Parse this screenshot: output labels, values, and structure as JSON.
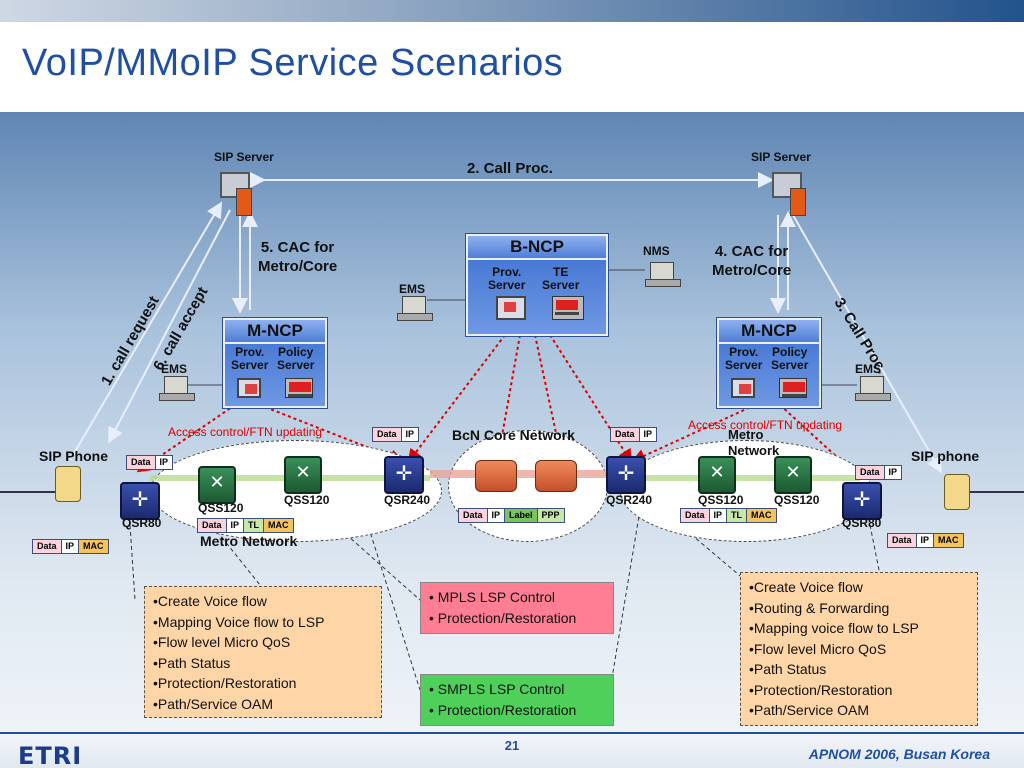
{
  "title": "VoIP/MMoIP Service Scenarios",
  "labels": {
    "sip_server_left": "SIP Server",
    "sip_server_right": "SIP Server",
    "call_proc_top": "2. Call Proc.",
    "call_proc_right": "3. Call Proc.",
    "call_request": "1. call request",
    "call_accept": "6. call accept",
    "cac_left": "5. CAC for\nMetro/Core",
    "cac_right": "4. CAC for\nMetro/Core",
    "ems_top": "EMS",
    "ems_left": "EMS",
    "ems_right": "EMS",
    "nms": "NMS",
    "sip_phone_left": "SIP Phone",
    "sip_phone_right": "SIP phone",
    "access_left": "Access control/FTN updating",
    "access_right": "Access control/FTN updating",
    "bcn_core": "BcN Core Network",
    "metro_left": "Metro Network",
    "metro_right": "Metro\nNetwork"
  },
  "bncp": {
    "title": "B-NCP",
    "prov": "Prov.\nServer",
    "te": "TE\nServer"
  },
  "mncp_left": {
    "title": "M-NCP",
    "prov": "Prov.\nServer",
    "policy": "Policy\nServer"
  },
  "mncp_right": {
    "title": "M-NCP",
    "prov": "Prov.\nServer",
    "policy": "Policy\nServer"
  },
  "nodes": {
    "qsr80_l": "QSR80",
    "qss120_l1": "QSS120",
    "qss120_l2": "QSS120",
    "qsr240_l": "QSR240",
    "qsr240_r": "QSR240",
    "qss120_r1": "QSS120",
    "qss120_r2": "QSS120",
    "qsr80_r": "QSR80"
  },
  "packets": {
    "data": "Data",
    "ip": "IP",
    "mac": "MAC",
    "tl": "TL",
    "label": "Label",
    "ppp": "PPP"
  },
  "box_left": [
    "•Create Voice flow",
    "•Mapping Voice flow to LSP",
    "•Flow level Micro QoS",
    "•Path Status",
    "•Protection/Restoration",
    "•Path/Service OAM"
  ],
  "box_right": [
    "•Create Voice flow",
    "•Routing & Forwarding",
    "•Mapping voice flow to LSP",
    "•Flow level Micro QoS",
    "•Path Status",
    "•Protection/Restoration",
    "•Path/Service OAM"
  ],
  "box_mpls": [
    "• MPLS LSP Control",
    "• Protection/Restoration"
  ],
  "box_smpls": [
    "• SMPLS LSP Control",
    "• Protection/Restoration"
  ],
  "footer": {
    "logo": "ETRI",
    "page": "21",
    "conference": "APNOM 2006, Busan Korea"
  },
  "colors": {
    "title": "#1f4fa0",
    "ncp": "#3b6fd0",
    "orange_box": "#fdd5a6",
    "pink_box": "#ff7e93",
    "green_box": "#4fd05a"
  }
}
